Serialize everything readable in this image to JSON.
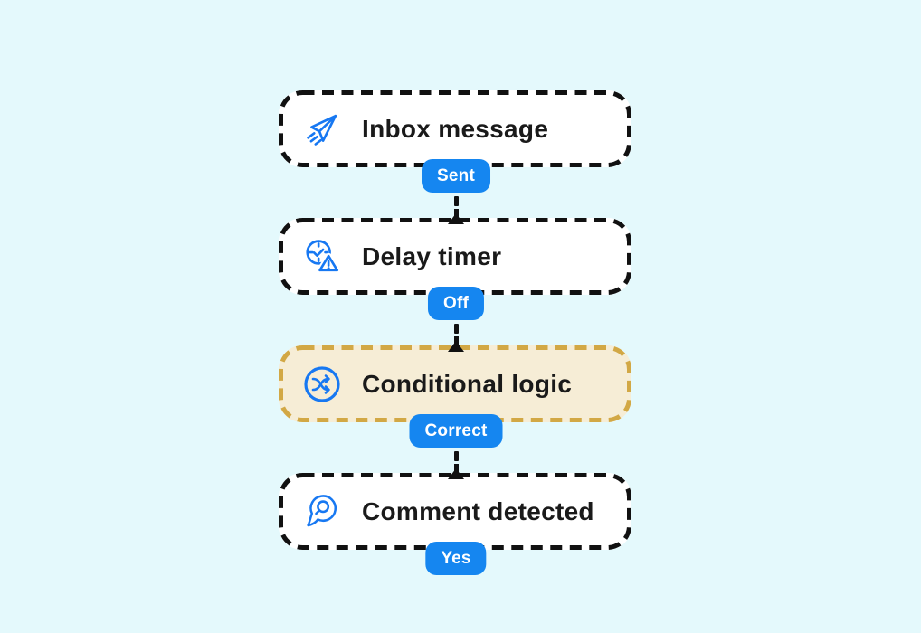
{
  "colors": {
    "bg": "#E4F9FC",
    "node-bg": "#FFFFFF",
    "node-border": "#111111",
    "label-text": "#1A1A1A",
    "icon-blue": "#1778F2",
    "badge-bg": "#1586F0",
    "badge-text": "#FFFFFF",
    "highlight-bg": "#F6EDD6",
    "highlight-border": "#D2A845",
    "connector": "#111111"
  },
  "nodes": [
    {
      "label": "Inbox message",
      "badge": "Sent",
      "icon": "send-icon",
      "highlighted": false
    },
    {
      "label": "Delay timer",
      "badge": "Off",
      "icon": "delay-warning-icon",
      "highlighted": false
    },
    {
      "label": "Conditional logic",
      "badge": "Correct",
      "icon": "shuffle-icon",
      "highlighted": true
    },
    {
      "label": "Comment detected",
      "badge": "Yes",
      "icon": "comment-search-icon",
      "highlighted": false
    }
  ]
}
